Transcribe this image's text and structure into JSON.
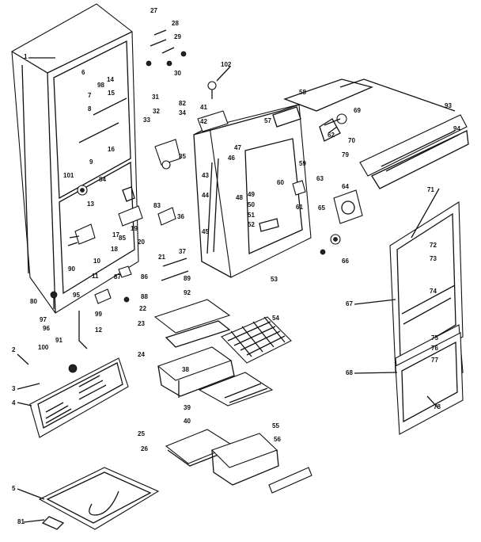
{
  "diagram": {
    "callouts": [
      "1",
      "2",
      "3",
      "4",
      "5",
      "6",
      "7",
      "8",
      "9",
      "10",
      "11",
      "12",
      "13",
      "14",
      "15",
      "16",
      "17",
      "18",
      "19",
      "20",
      "21",
      "22",
      "23",
      "24",
      "25",
      "26",
      "27",
      "28",
      "29",
      "30",
      "31",
      "32",
      "33",
      "34",
      "35",
      "36",
      "37",
      "38",
      "39",
      "40",
      "41",
      "42",
      "43",
      "44",
      "45",
      "46",
      "47",
      "48",
      "49",
      "50",
      "51",
      "52",
      "53",
      "54",
      "55",
      "56",
      "57",
      "58",
      "59",
      "60",
      "61",
      "62",
      "63",
      "64",
      "65",
      "66",
      "67",
      "68",
      "69",
      "70",
      "71",
      "72",
      "73",
      "74",
      "75",
      "76",
      "77",
      "78",
      "79",
      "80",
      "81",
      "82",
      "83",
      "84",
      "85",
      "86",
      "87",
      "88",
      "89",
      "90",
      "91",
      "92",
      "93",
      "94",
      "95",
      "96",
      "97",
      "98",
      "99",
      "100",
      "101",
      "102"
    ]
  }
}
